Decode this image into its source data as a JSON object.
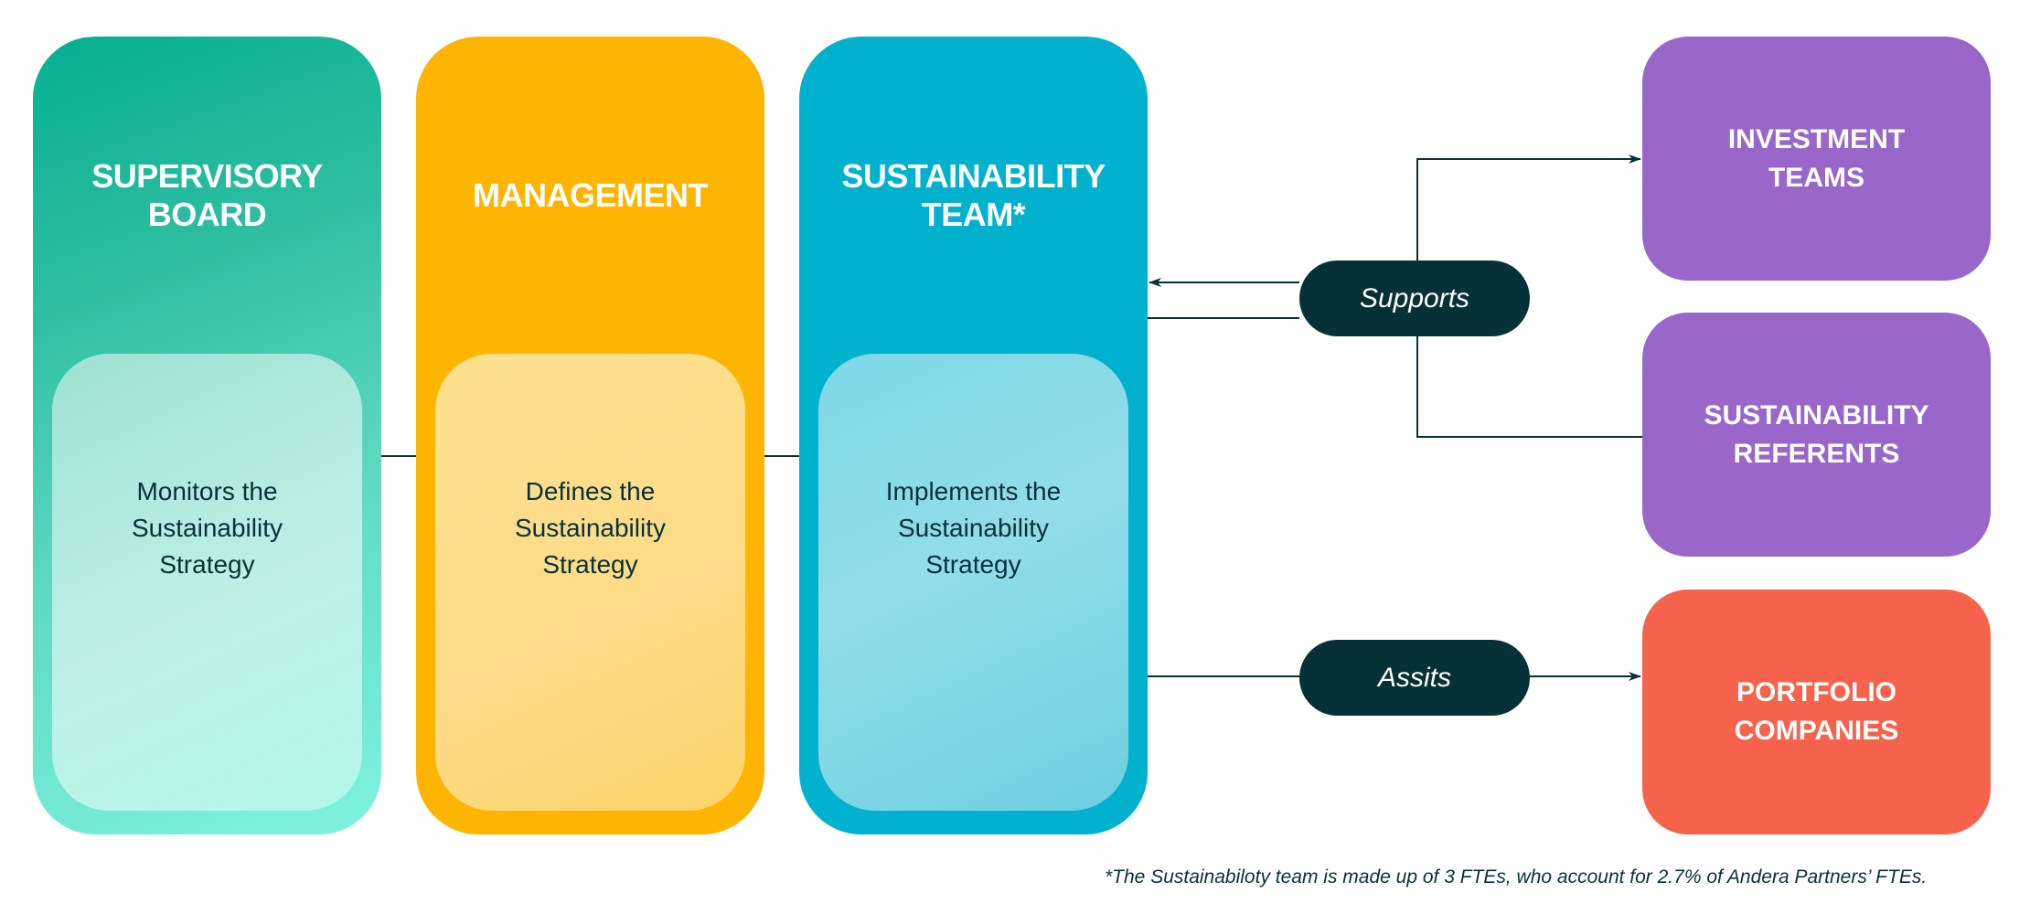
{
  "columns": [
    {
      "id": "supervisory-board",
      "title": "SUPERVISORY\nBOARD",
      "description": "Monitors the\nSustainability\nStrategy",
      "color": "#05af91"
    },
    {
      "id": "management",
      "title": "MANAGEMENT",
      "description": "Defines the\nSustainability\nStrategy",
      "color": "#fdb502"
    },
    {
      "id": "sustainability-team",
      "title": "SUSTAINABILITY\nTEAM*",
      "description": "Implements the\nSustainability\nStrategy",
      "color": "#02b1ce"
    }
  ],
  "targets": [
    {
      "id": "investment-teams",
      "label": "INVESTMENT\nTEAMS",
      "color": "#9867c9"
    },
    {
      "id": "sustainability-referents",
      "label": "SUSTAINABILITY\nREFERENTS",
      "color": "#9867c9"
    },
    {
      "id": "portfolio-companies",
      "label": "PORTFOLIO\nCOMPANIES",
      "color": "#f6634c"
    }
  ],
  "relations": {
    "supports": "Supports",
    "assists": "Assits"
  },
  "connector_color": "#063137",
  "footnote": "*The Sustainabiloty team is made up of 3 FTEs, who account for 2.7% of Andera Partners’ FTEs."
}
